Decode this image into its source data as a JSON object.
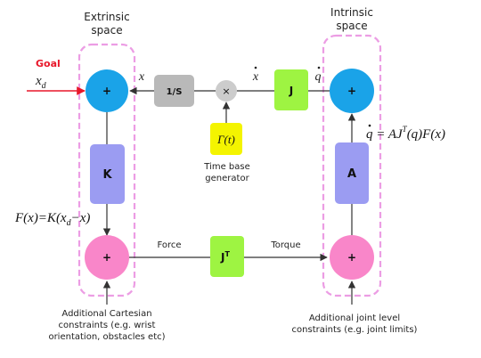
{
  "labels": {
    "extrinsic_line1": "Extrinsic",
    "extrinsic_line2": "space",
    "intrinsic_line1": "Intrinsic",
    "intrinsic_line2": "space",
    "goal": "Goal",
    "goal_symbol_base": "x",
    "goal_symbol_sub": "d",
    "x_signal": "x",
    "x_dot_signal": "x",
    "q_dot_signal": "q",
    "force": "Force",
    "torque": "Torque",
    "time_base_line1": "Time base",
    "time_base_line2": "generator",
    "extrinsic_note_line1": "Additional Cartesian",
    "extrinsic_note_line2": "constraints (e.g. wrist",
    "extrinsic_note_line3": "orientation, obstacles etc)",
    "intrinsic_note_line1": "Additional joint level",
    "intrinsic_note_line2": "constraints (e.g. joint limits)"
  },
  "blocks": {
    "integrator": "1/S",
    "jacobian": "J",
    "jacobian_transpose": "J",
    "jacobian_transpose_sup": "T",
    "gain_k": "K",
    "gain_a": "A",
    "gamma": "Γ(t)",
    "multiply": "×",
    "sum": "+"
  },
  "equations": {
    "force_eq": "F(x)=K(x",
    "force_eq_sub": "d",
    "force_eq_tail": "−x)",
    "qdot_eq_head": "q = AJ",
    "qdot_eq_sup": "T",
    "qdot_eq_tail": "(q)F(x)"
  },
  "colors": {
    "sum_top": "#1aa3e8",
    "sum_bottom": "#f986c9",
    "gain_block": "#9b9cf2",
    "integrator_block": "#b9b9b9",
    "jacobian_block": "#9ef442",
    "gamma_block": "#f4f400",
    "multiply_node": "#cccccc",
    "dashed_border": "#ec9de4",
    "goal_red": "#e8172a"
  }
}
